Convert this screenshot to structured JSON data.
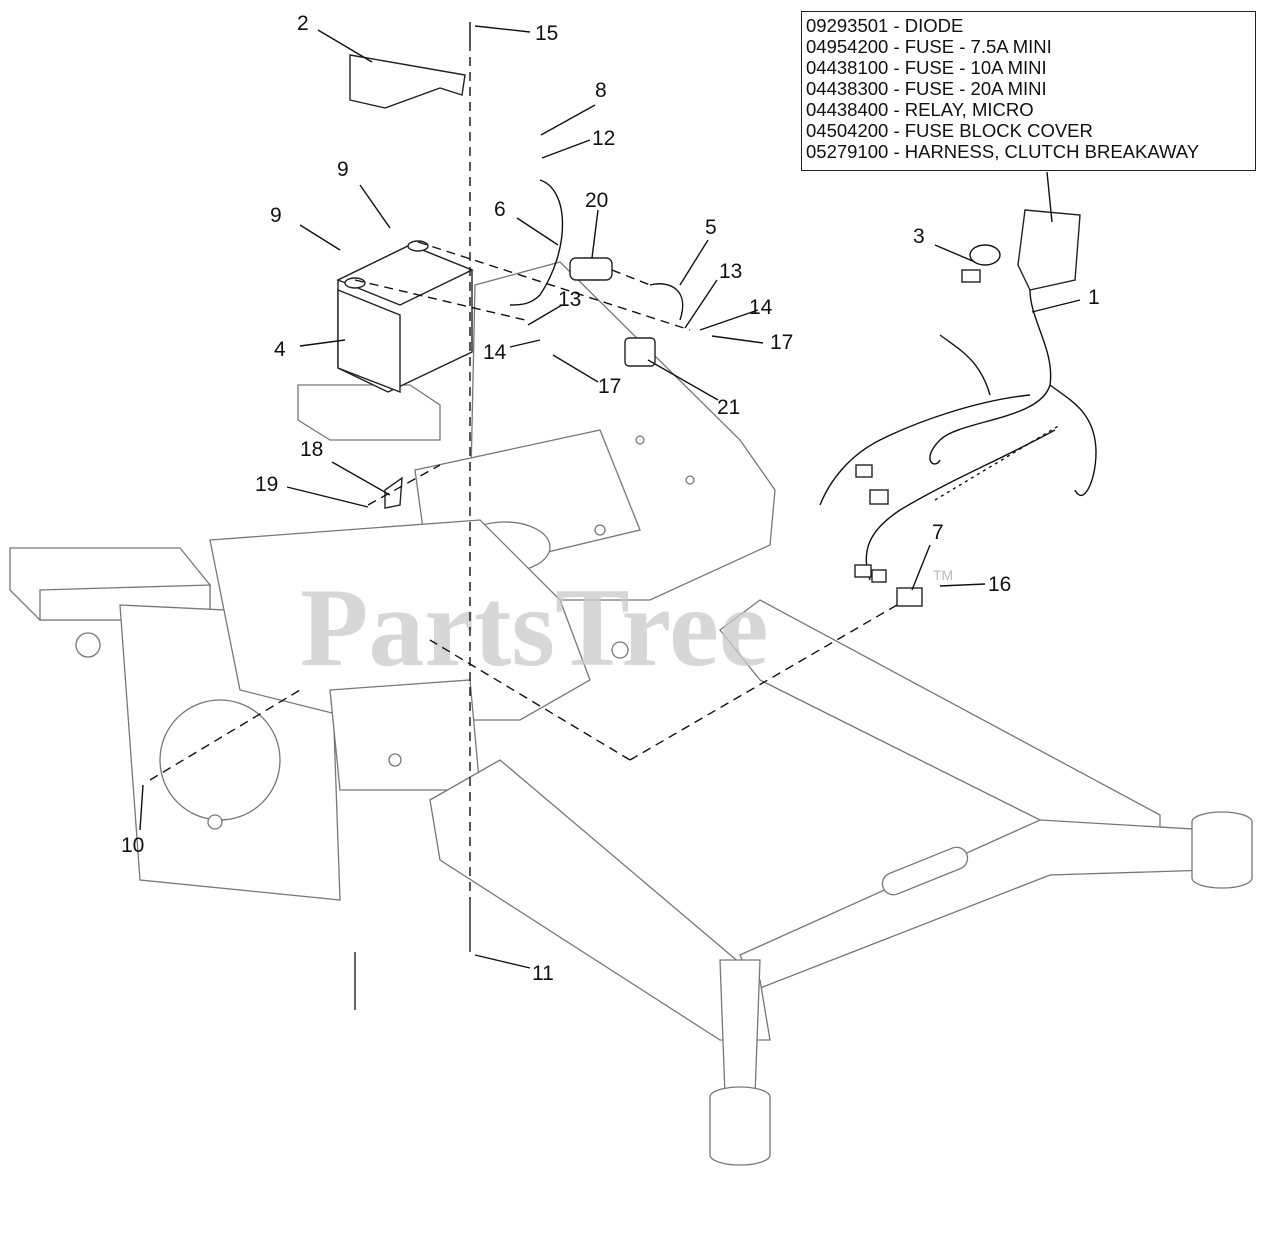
{
  "watermark": {
    "text": "PartsTree",
    "tm": "TM"
  },
  "parts_list": [
    "09293501 - DIODE",
    "04954200 - FUSE - 7.5A MINI",
    "04438100 - FUSE - 10A MINI",
    "04438300 - FUSE - 20A MINI",
    "04438400 - RELAY, MICRO",
    "04504200 - FUSE BLOCK COVER",
    "05279100 - HARNESS, CLUTCH BREAKAWAY"
  ],
  "callouts": {
    "c1": "1",
    "c2": "2",
    "c3": "3",
    "c4": "4",
    "c5": "5",
    "c6": "6",
    "c7": "7",
    "c8": "8",
    "c9a": "9",
    "c9b": "9",
    "c10": "10",
    "c11": "11",
    "c12": "12",
    "c13a": "13",
    "c13b": "13",
    "c14a": "14",
    "c14b": "14",
    "c15": "15",
    "c16": "16",
    "c17a": "17",
    "c17b": "17",
    "c18": "18",
    "c19": "19",
    "c20": "20",
    "c21": "21"
  }
}
